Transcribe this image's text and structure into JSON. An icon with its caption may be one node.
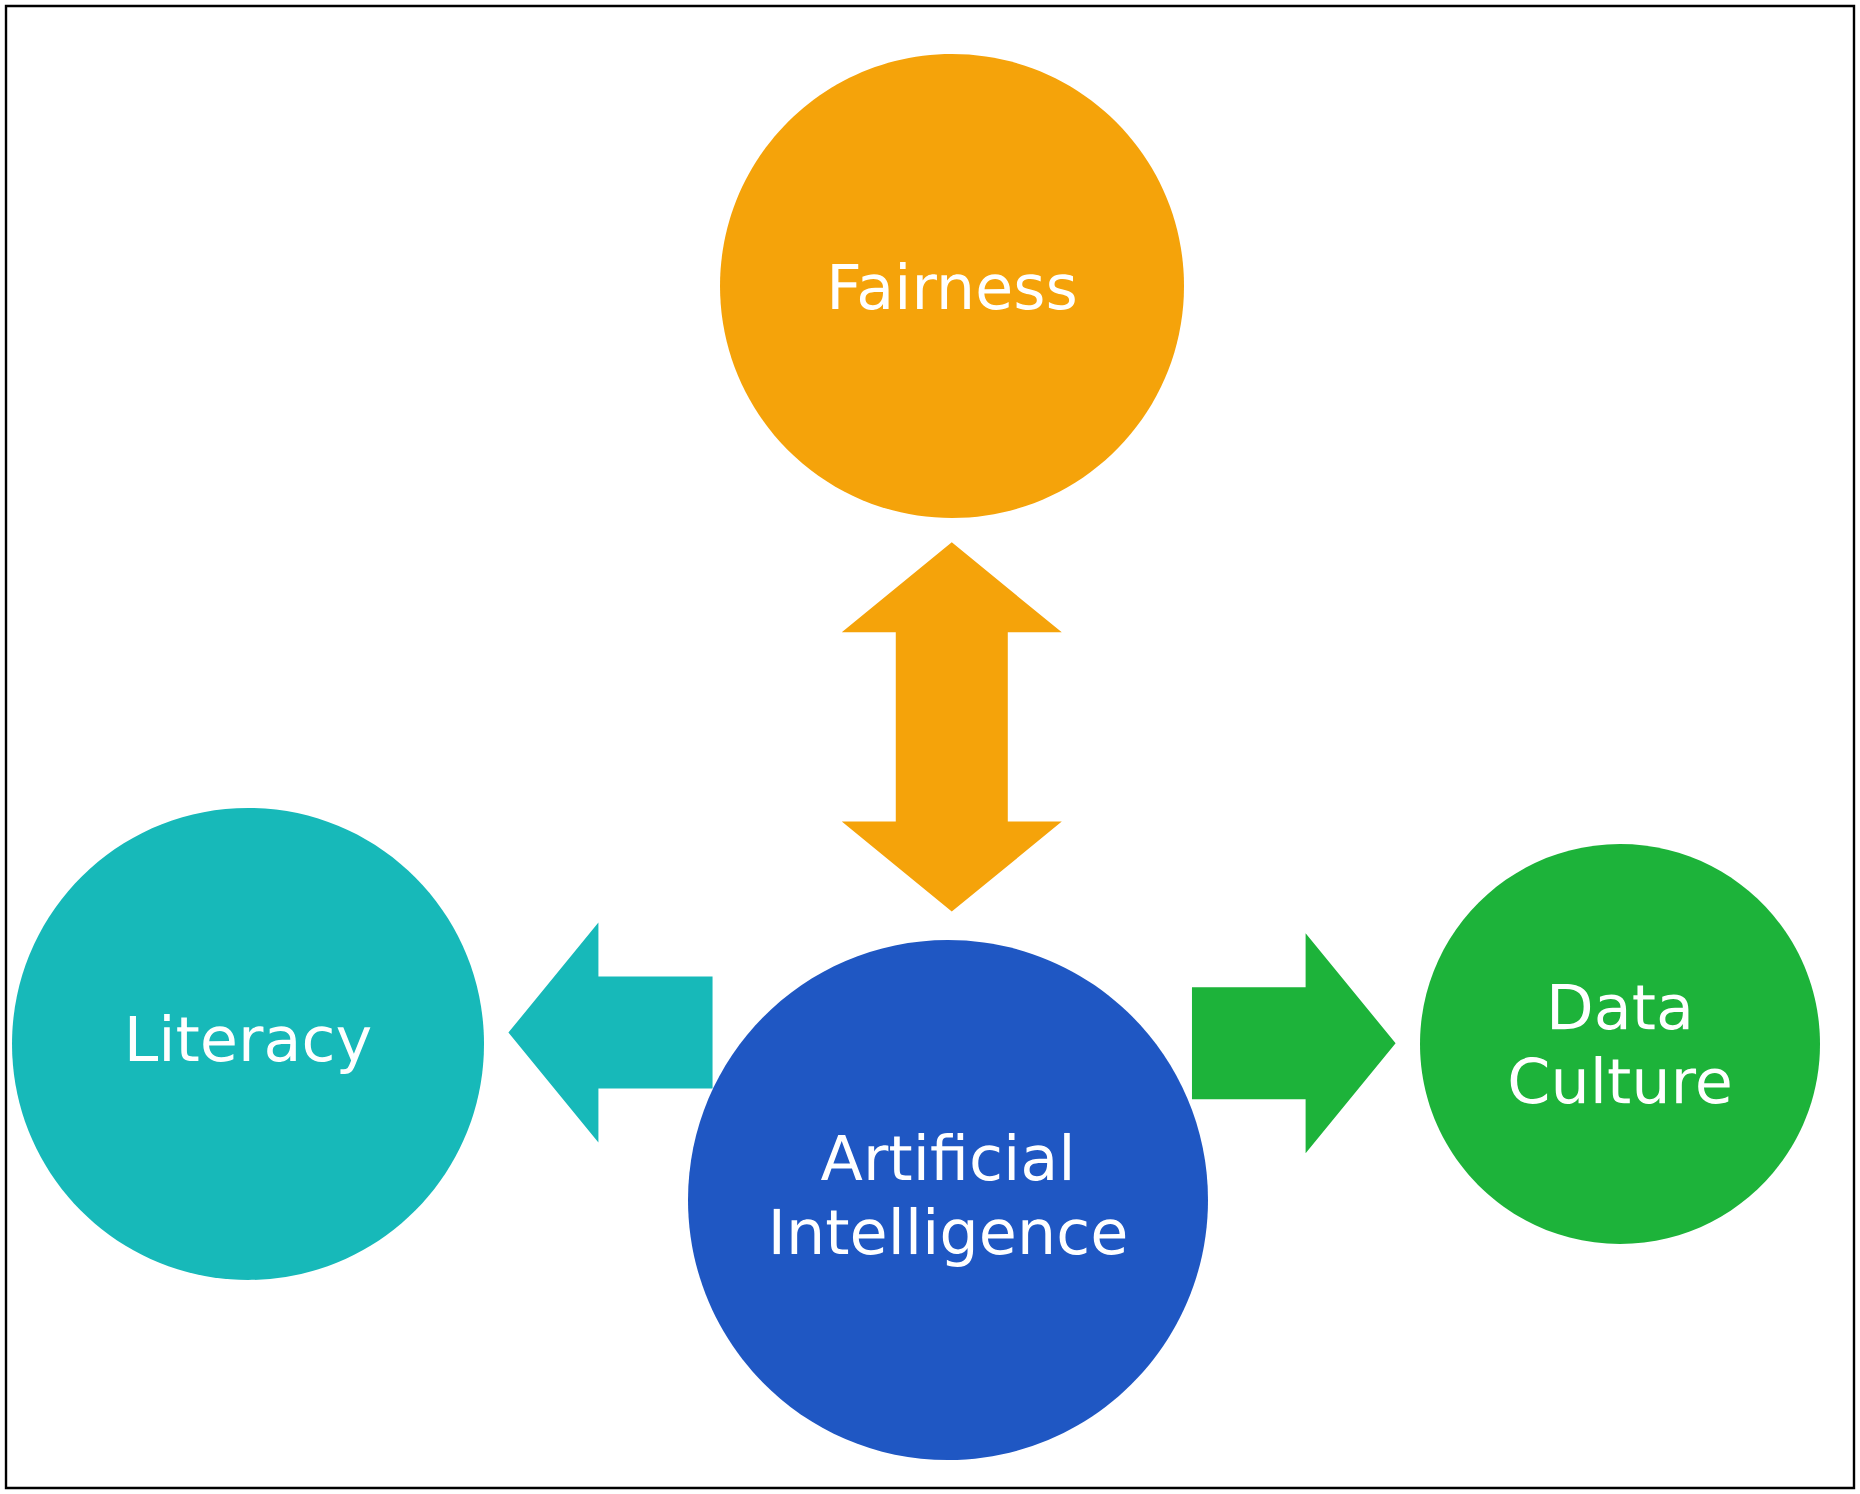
{
  "diagram": {
    "nodes": [
      {
        "text": [
          "Fairness"
        ]
      },
      {
        "text": [
          "Literacy"
        ]
      },
      {
        "text": [
          "Artificial Intelligence"
        ]
      },
      {
        "text": [
          "Data Culture"
        ]
      }
    ],
    "edges": [
      {
        "from": 0,
        "to": 2,
        "arrow": "both",
        "color": "#f5a30a"
      },
      {
        "from": 2,
        "to": 1,
        "arrow": "to",
        "color": "#17b9b9"
      },
      {
        "from": 2,
        "to": 3,
        "arrow": "to",
        "color": "#1db33a"
      }
    ]
  }
}
